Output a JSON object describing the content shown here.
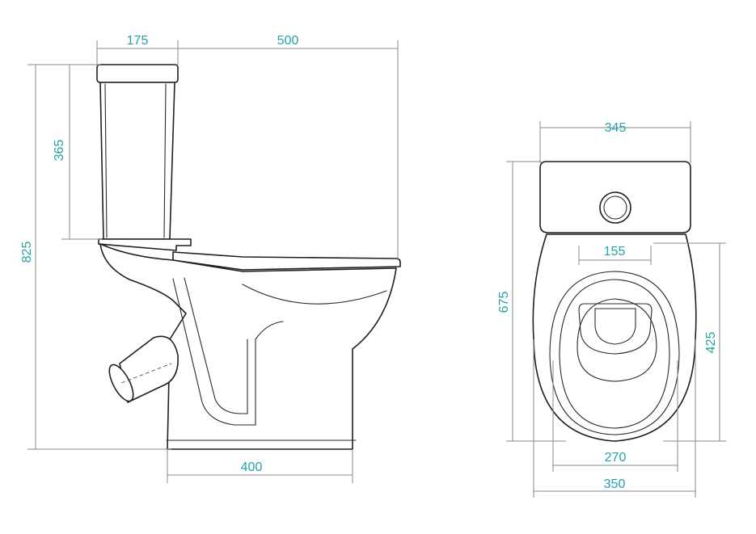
{
  "dimensions": {
    "tank_depth": "175",
    "total_depth": "500",
    "tank_height": "365",
    "total_height": "825",
    "base_width": "400",
    "tank_width": "345",
    "hole_spacing": "155",
    "total_length_top": "675",
    "bowl_length": "425",
    "inner_width": "270",
    "bowl_width": "350"
  },
  "colors": {
    "dimension_text": "#25a3a6",
    "dimension_line": "#8a8a8a",
    "outline": "#1f1f1f"
  }
}
